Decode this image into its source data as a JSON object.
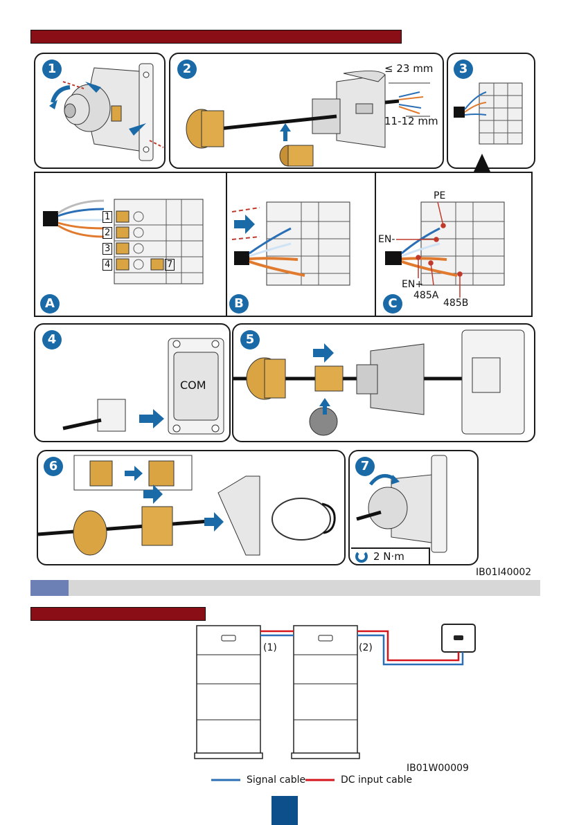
{
  "steps": {
    "s1": "1",
    "s2": "2",
    "s3": "3",
    "s4": "4",
    "s5": "5",
    "s6": "6",
    "s7": "7"
  },
  "substeps": {
    "a": "A",
    "b": "B",
    "c": "C"
  },
  "step2": {
    "strip_length": "≤ 23 mm",
    "strip_insulation": "11-12 mm"
  },
  "stepA": {
    "terminals": [
      "1",
      "2",
      "3",
      "4",
      "7"
    ]
  },
  "stepC": {
    "labels": [
      "PE",
      "EN-",
      "EN+",
      "485A",
      "485B"
    ]
  },
  "step4": {
    "port": "COM"
  },
  "step7": {
    "torque": "2 N·m"
  },
  "figure1": {
    "code": "IB01I40002"
  },
  "figure2": {
    "code": "IB01W00009",
    "cable_1": "(1)",
    "cable_2": "(2)",
    "legend": [
      {
        "label": "Signal cable",
        "color": "#2a6fb5"
      },
      {
        "label": "DC input cable",
        "color": "#d4151c"
      }
    ]
  },
  "colors": {
    "accent_blue": "#1b6aa8",
    "heading_red": "#8a0e16",
    "brass": "#d9a441"
  }
}
